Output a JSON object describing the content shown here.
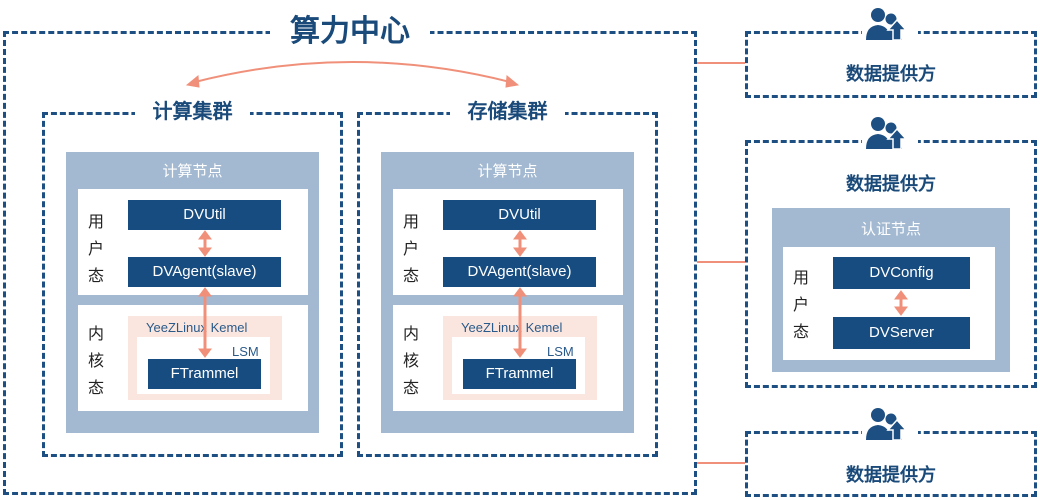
{
  "compute_center": {
    "title": "算力中心"
  },
  "clusters": [
    {
      "title": "计算集群",
      "node_title": "计算节点",
      "user_label": [
        "用",
        "户",
        "态"
      ],
      "kernel_label": [
        "内",
        "核",
        "态"
      ],
      "top_component": "DVUtil",
      "agent_component": "DVAgent(slave)",
      "kernel_name": "YeeZLinux Kemel",
      "lsm_label": "LSM",
      "ftrammel": "FTrammel"
    },
    {
      "title": "存储集群",
      "node_title": "计算节点",
      "user_label": [
        "用",
        "户",
        "态"
      ],
      "kernel_label": [
        "内",
        "核",
        "态"
      ],
      "top_component": "DVUtil",
      "agent_component": "DVAgent(slave)",
      "kernel_name": "YeeZLinux Kemel",
      "lsm_label": "LSM",
      "ftrammel": "FTrammel"
    }
  ],
  "providers": [
    {
      "label": "数据提供方",
      "icon": "users-upload-icon"
    },
    {
      "label": "数据提供方",
      "icon": "users-upload-icon"
    },
    {
      "label": "数据提供方",
      "icon": "users-upload-icon"
    }
  ],
  "auth_node": {
    "title": "认证节点",
    "user_label": [
      "用",
      "户",
      "态"
    ],
    "config": "DVConfig",
    "server": "DVServer"
  },
  "colors": {
    "dash_border": "#1d4f82",
    "node_bg": "#a3b9d1",
    "component_bg": "#174c80",
    "arrow": "#f0907a",
    "kernel_bg": "#fbe6df"
  }
}
